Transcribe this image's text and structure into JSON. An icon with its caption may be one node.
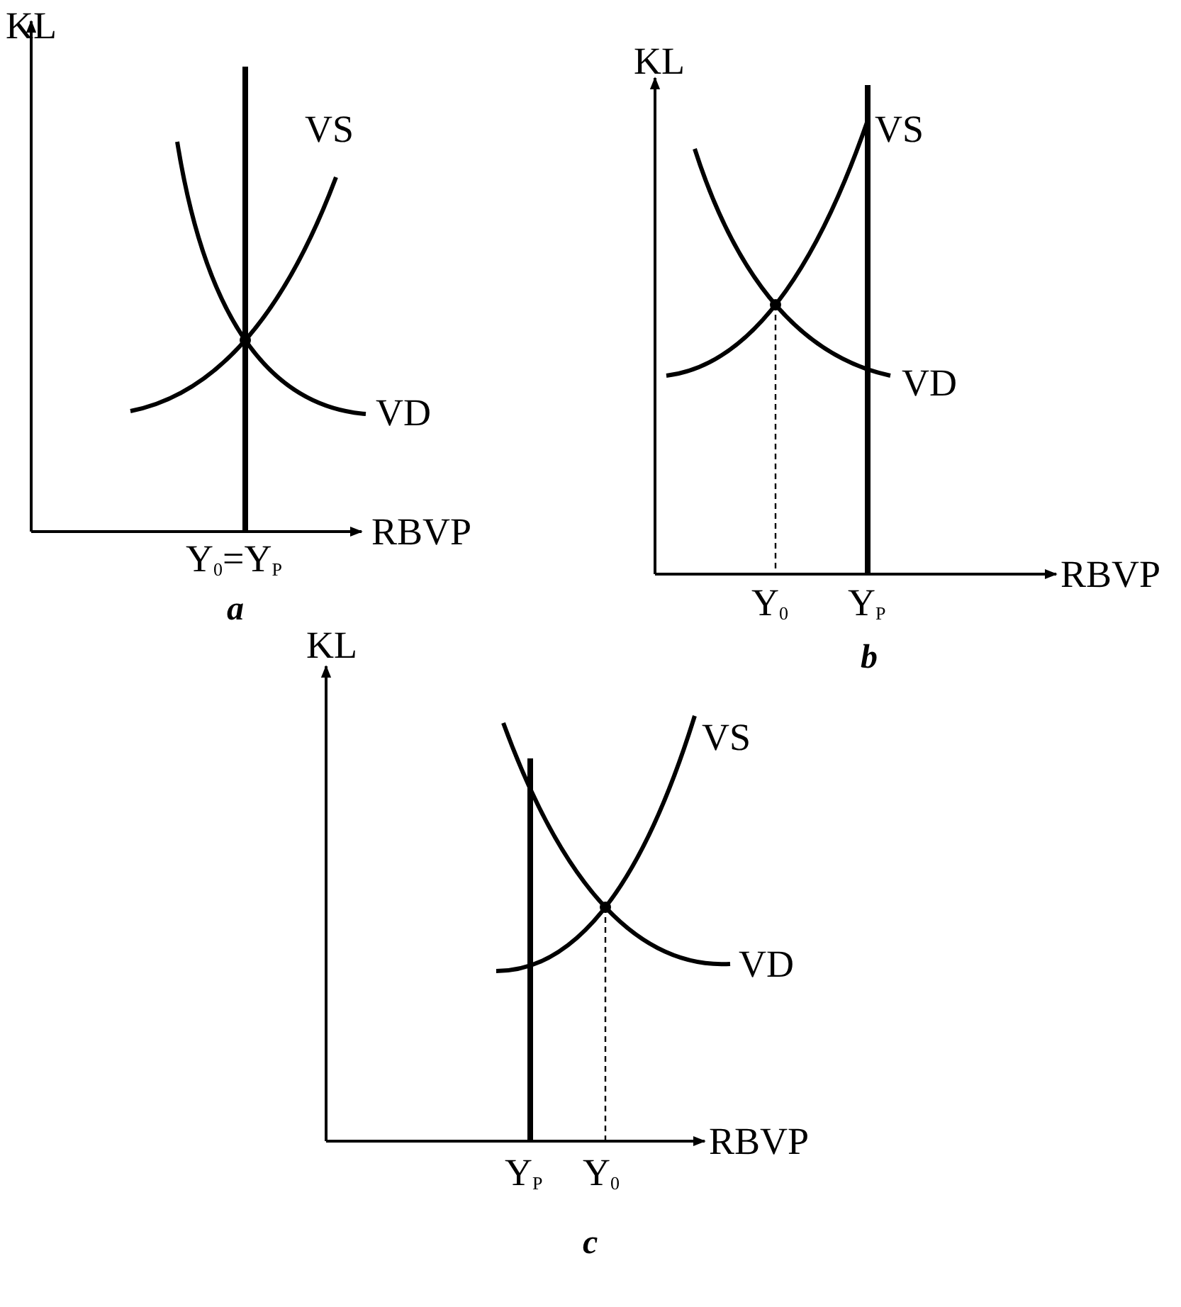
{
  "diagram": {
    "labels": [
      "KL",
      "VS",
      "VD",
      "RBVP",
      "Y$_{0}$=Y$_{P}$",
      "a",
      "KL",
      "VS",
      "VD",
      "RBVP",
      "Y$_{0}$",
      "Y$_{P}$",
      "b",
      "KL",
      "VS",
      "VD",
      "RBVP",
      "Y$_{P}$",
      "Y$_{0}$",
      "c"
    ]
  }
}
